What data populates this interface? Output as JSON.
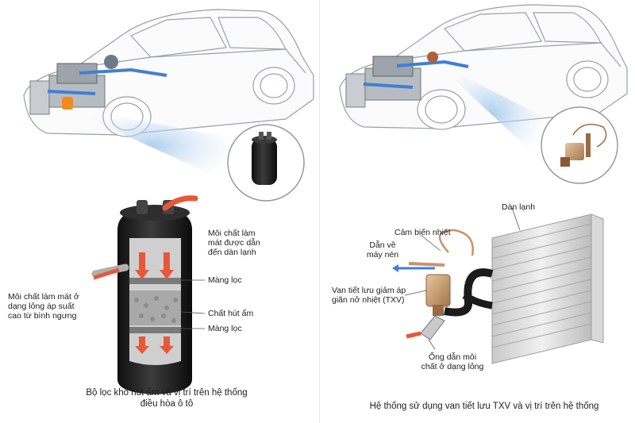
{
  "left_panel": {
    "labels": {
      "outlet": "Môi chất làm\nmát được dẫn\nđến dàn lạnh",
      "inlet": "Môi chất làm mát ở\ndạng lỏng áp suất\ncao từ bình ngưng",
      "filter_top": "Màng lọc",
      "desiccant": "Chất hút ẩm",
      "filter_bottom": "Màng lọc"
    },
    "caption": "Bộ lọc khô hút ẩm và vị trí trên hệ thống\nđiều hòa ô tô"
  },
  "right_panel": {
    "labels": {
      "evaporator": "Dàn lạnh",
      "sensor": "Cảm biến nhiệt",
      "to_compressor": "Dẫn về\nmáy nén",
      "txv": "Van tiết lưu giảm áp\ngiãn nở nhiệt (TXV)",
      "liquid_line": "Ống dẫn môi\nchất ở dạng lỏng"
    },
    "caption": "Hệ thống sử dụng van tiết lưu TXV và vị trí trên hệ thống"
  },
  "colors": {
    "arrow_red": "#e8573a",
    "arrow_blue": "#3f7fd6",
    "glow_blue": "#bcd8f4",
    "car_line": "#9aa0a6",
    "drier_body": "#1e1e1e"
  }
}
